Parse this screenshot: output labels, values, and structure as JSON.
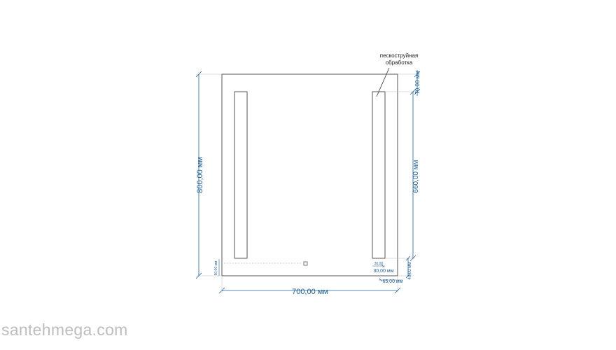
{
  "annotation": {
    "line1": "пескоструйная",
    "line2": "обработка"
  },
  "dimensions": {
    "height_total": "800,00 мм",
    "width_total": "700,00 мм",
    "strip_length": "660,00 мм",
    "top_offset": "70,00 мм",
    "bottom_offset": "40,00 мм",
    "left_small": "50,00 мм",
    "strip_width": "30,00 мм",
    "strip_side_offset": "65,00 мм",
    "strip_width_small": "30,00"
  },
  "colors": {
    "dimension": "#1f5f96",
    "outline": "#555555",
    "watermark": "#bdbdbd"
  },
  "watermark": "santehmega.com"
}
